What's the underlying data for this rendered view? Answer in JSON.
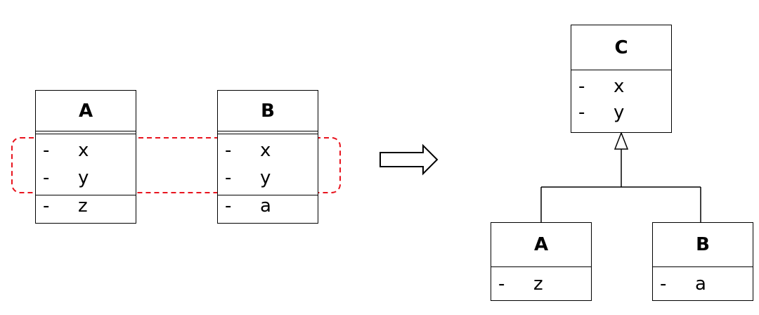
{
  "before": {
    "class_a": {
      "name": "A",
      "attributes": [
        {
          "visibility": "-",
          "name": "x"
        },
        {
          "visibility": "-",
          "name": "y"
        },
        {
          "visibility": "-",
          "name": "z"
        }
      ]
    },
    "class_b": {
      "name": "B",
      "attributes": [
        {
          "visibility": "-",
          "name": "x"
        },
        {
          "visibility": "-",
          "name": "y"
        },
        {
          "visibility": "-",
          "name": "a"
        }
      ]
    }
  },
  "after": {
    "class_c": {
      "name": "C",
      "attributes": [
        {
          "visibility": "-",
          "name": "x"
        },
        {
          "visibility": "-",
          "name": "y"
        }
      ]
    },
    "class_a": {
      "name": "A",
      "attributes": [
        {
          "visibility": "-",
          "name": "z"
        }
      ]
    },
    "class_b": {
      "name": "B",
      "attributes": [
        {
          "visibility": "-",
          "name": "a"
        }
      ]
    }
  },
  "colors": {
    "highlight": "#e8141e",
    "stroke": "#000000"
  }
}
